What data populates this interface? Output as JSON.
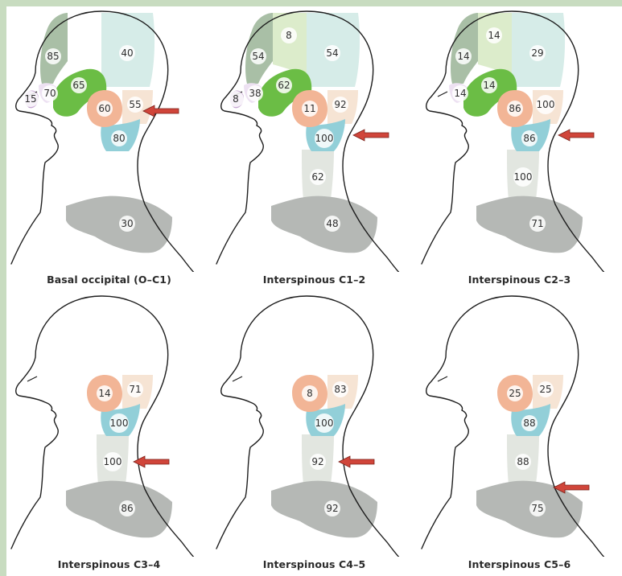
{
  "colors": {
    "outline": "#1e1e1e",
    "arrow": "#d0453a",
    "frame": "#c8dcc0",
    "zones": {
      "supraorbital": "#a9bfa6",
      "frontal": "#dceccb",
      "parietal": "#d6ece8",
      "temporal": "#6bbd45",
      "auricular": "#f2b596",
      "mastoid": "#f6e4d4",
      "suboccipital": "#92cfd8",
      "upper_neck": "#e2e6e0",
      "shoulder": "#b5b8b5",
      "nasal": "#c7a6d3",
      "orbital": "#ede1f2",
      "label_disc": "#ffffff"
    }
  },
  "panels": [
    {
      "caption": "Basal occipital (O–C1)",
      "arrow_target": "mastoid",
      "zones": {
        "supraorbital": "85",
        "parietal": "40",
        "temporal": "65",
        "orbital": "70",
        "nasal": "15",
        "auricular": "60",
        "mastoid": "55",
        "suboccipital": "80",
        "shoulder": "30"
      }
    },
    {
      "caption": "Interspinous C1–2",
      "arrow_target": "suboccipital",
      "zones": {
        "supraorbital": "54",
        "frontal": "8",
        "parietal": "54",
        "temporal": "62",
        "orbital": "38",
        "nasal": "8",
        "auricular": "11",
        "mastoid": "92",
        "suboccipital": "100",
        "upper_neck": "62",
        "shoulder": "48"
      }
    },
    {
      "caption": "Interspinous C2–3",
      "arrow_target": "suboccipital",
      "zones": {
        "supraorbital": "14",
        "frontal": "14",
        "parietal": "29",
        "temporal": "14",
        "orbital": "14",
        "auricular": "86",
        "mastoid": "100",
        "suboccipital": "86",
        "upper_neck": "100",
        "shoulder": "71"
      }
    },
    {
      "caption": "Interspinous C3–4",
      "arrow_target": "upper_neck",
      "zones": {
        "auricular": "14",
        "mastoid": "71",
        "suboccipital": "100",
        "upper_neck": "100",
        "shoulder": "86"
      }
    },
    {
      "caption": "Interspinous C4–5",
      "arrow_target": "upper_neck",
      "zones": {
        "auricular": "8",
        "mastoid": "83",
        "suboccipital": "100",
        "upper_neck": "92",
        "shoulder": "92"
      }
    },
    {
      "caption": "Interspinous C5–6",
      "arrow_target": "upper_neck_low",
      "zones": {
        "auricular": "25",
        "mastoid": "25",
        "suboccipital": "88",
        "upper_neck": "88",
        "shoulder": "75"
      }
    }
  ]
}
